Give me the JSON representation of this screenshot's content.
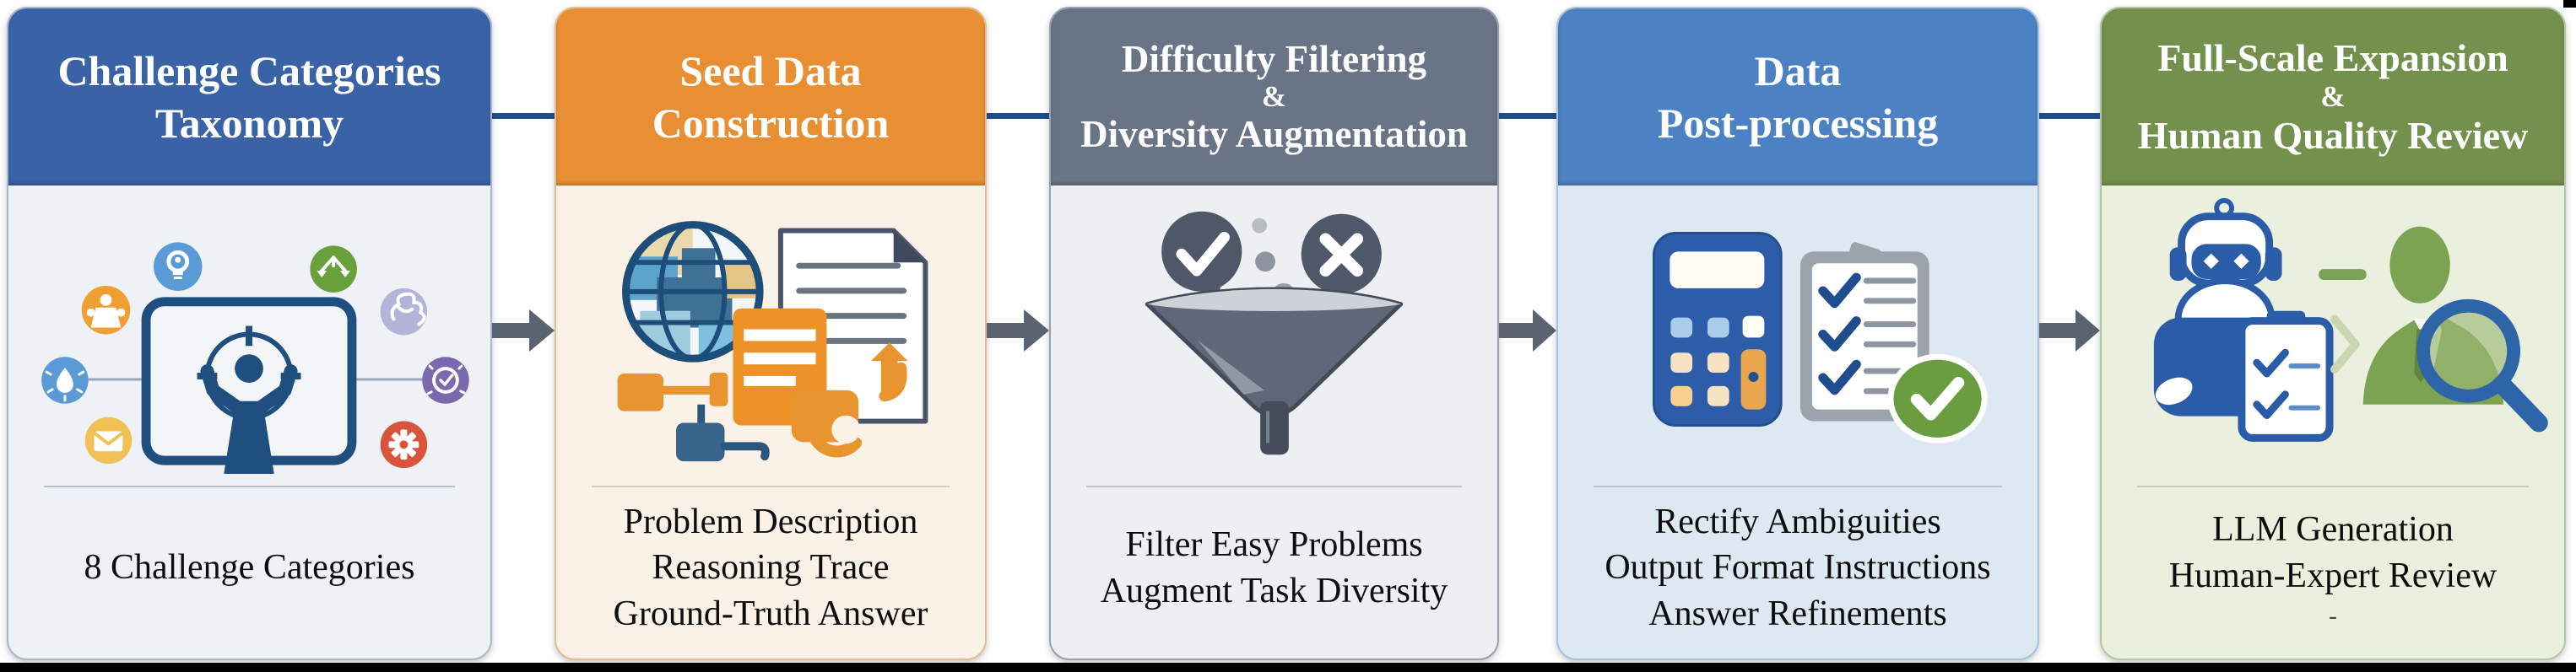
{
  "pipeline": {
    "stages": [
      {
        "title_lines": [
          "Challenge Categories",
          "Taxonomy"
        ],
        "caption_lines": [
          "8 Challenge Categories"
        ],
        "header_color": "#3a63a7",
        "body_color": "#eef1f6",
        "border_color": "#aab6c9",
        "divider_color": "#b9c0cb",
        "illustration": "taxonomy-target",
        "icons": [
          "user-icon",
          "lightbulb-pin-icon",
          "scales-icon",
          "puzzle-ribbon-icon",
          "insight-drop-icon",
          "clock-icon",
          "mail-icon",
          "gear-icon",
          "target-figure-icon"
        ]
      },
      {
        "title_lines": [
          "Seed Data",
          "Construction"
        ],
        "caption_lines": [
          "Problem Description",
          "Reasoning Trace",
          "Ground-Truth Answer"
        ],
        "header_color": "#e98f33",
        "body_color": "#fbf2e7",
        "border_color": "#e3bd92",
        "divider_color": "#d9cabb",
        "illustration": "seed-data-collage",
        "icons": [
          "globe-icon",
          "document-icon",
          "notes-panel-icon",
          "flowchart-icon",
          "upload-arrow-icon",
          "chat-hand-icon"
        ]
      },
      {
        "title_lines": [
          "Difficulty Filtering",
          "&",
          "Diversity Augmentation"
        ],
        "caption_lines": [
          "Filter Easy Problems",
          "Augment Task Diversity"
        ],
        "header_color": "#6a7487",
        "body_color": "#edeff3",
        "border_color": "#9aa2ae",
        "divider_color": "#bfc4cc",
        "illustration": "filter-funnel",
        "icons": [
          "check-bubble-icon",
          "cross-bubble-icon",
          "funnel-icon"
        ]
      },
      {
        "title_lines": [
          "Data",
          "Post-processing"
        ],
        "caption_lines": [
          "Rectify Ambiguities",
          "Output Format Instructions",
          "Answer Refinements"
        ],
        "header_color": "#4c82c3",
        "body_color": "#dde8f3",
        "border_color": "#a9c2dd",
        "divider_color": "#b7c4d2",
        "illustration": "calculator-checklist",
        "icons": [
          "calculator-icon",
          "checklist-icon",
          "approved-badge-icon"
        ]
      },
      {
        "title_lines": [
          "Full-Scale Expansion",
          "&",
          "Human Quality Review"
        ],
        "caption_lines": [
          "LLM Generation",
          "Human-Expert Review"
        ],
        "footnote": "-",
        "header_color": "#74904d",
        "body_color": "#eaf0dd",
        "border_color": "#b5c7a1",
        "divider_color": "#c4ccba",
        "illustration": "robot-human-review",
        "icons": [
          "robot-icon",
          "clipboard-icon",
          "handoff-dash-icon",
          "handoff-chevron-icon",
          "reviewer-icon",
          "magnifier-icon"
        ]
      }
    ],
    "connectors": {
      "line_color": "#1f4e8c",
      "arrow_color": "#5b6370",
      "arrow_count": 4
    },
    "frame": {
      "bottom_bar_color": "#000000",
      "background_color": "#ffffff"
    }
  }
}
